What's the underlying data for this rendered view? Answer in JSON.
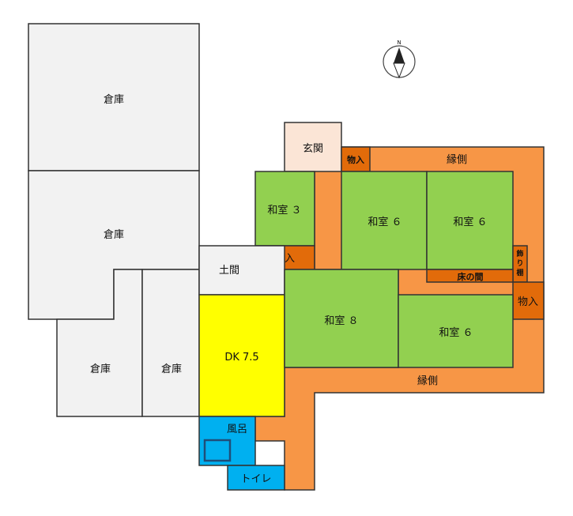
{
  "colors": {
    "storage": "#f2f2f2",
    "entrance": "#fbe5d6",
    "washitsu": "#92d050",
    "closet": "#e26b0a",
    "corridor": "#f79646",
    "doma": "#f2f2f2",
    "dk": "#ffff00",
    "water": "#00b0f0",
    "outline": "#333333"
  },
  "compass": {
    "north_label": "N",
    "icon": "north-arrow-icon"
  },
  "rooms": {
    "storage_top": "倉庫",
    "storage_mid": "倉庫",
    "storage_bottom_left": "倉庫",
    "storage_bottom_right": "倉庫",
    "genkan": "玄関",
    "monoire_top": "物入",
    "engawa_top": "縁側",
    "washitsu_3": "和室 ３",
    "oshiire": "押入",
    "washitsu_6a": "和室 ６",
    "washitsu_6b": "和室 ６",
    "kazaridana_1": "飾",
    "kazaridana_2": "り",
    "kazaridana_3": "棚",
    "tokonoma": "床の間",
    "monoire_right": "物入",
    "doma": "土間",
    "dk": "DK 7.5",
    "washitsu_8": "和室 ８",
    "washitsu_6c": "和室 ６",
    "engawa_bottom": "縁側",
    "furo": "風呂",
    "toilet": "トイレ"
  }
}
